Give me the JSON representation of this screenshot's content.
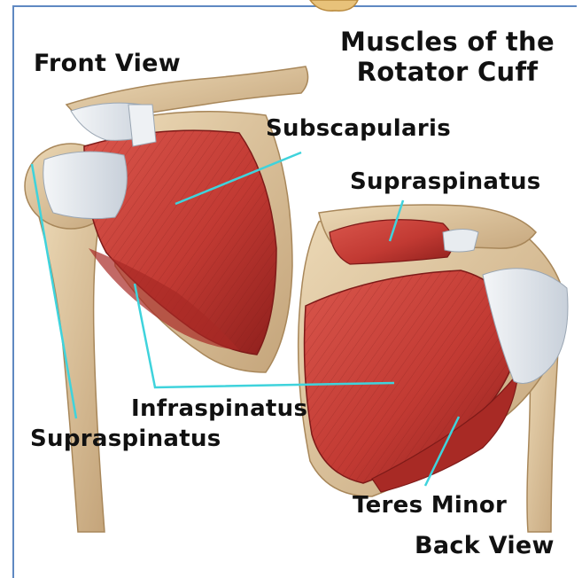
{
  "title": {
    "line1": "Muscles of the",
    "line2": "Rotator Cuff"
  },
  "views": {
    "front": "Front View",
    "back": "Back View"
  },
  "labels": {
    "subscapularis": "Subscapularis",
    "supraspinatus_back": "Supraspinatus",
    "infraspinatus": "Infraspinatus",
    "supraspinatus_front": "Supraspinatus",
    "teres_minor": "Teres Minor"
  },
  "colors": {
    "muscle": "#c23a33",
    "muscle_dark": "#8e1f1c",
    "bone": "#d8c09a",
    "tendon": "#dde3ea",
    "leader_line": "#3fd3dc",
    "frame_border": "#5f89c2"
  }
}
